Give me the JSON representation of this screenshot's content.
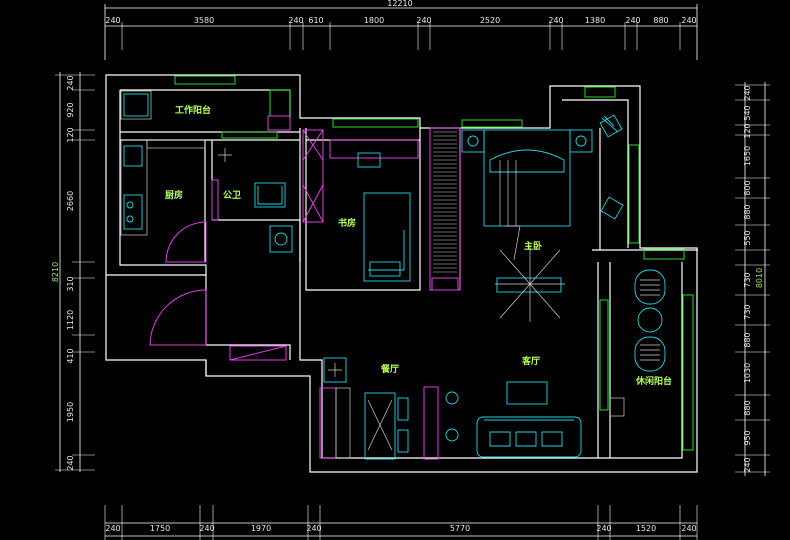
{
  "title_top": "12210",
  "title_bottom": "12210",
  "left_total": "8210",
  "right_total": "8010",
  "rooms": {
    "work_balcony": "工作阳台",
    "kitchen": "厨房",
    "bathroom": "公卫",
    "study": "书房",
    "master_bedroom": "主卧",
    "living_room": "客厅",
    "dining_room": "餐厅",
    "leisure_balcony": "休闲阳台"
  },
  "dims_top": [
    "240",
    "3580",
    "240",
    "610",
    "1800",
    "240",
    "2520",
    "240",
    "1380",
    "240",
    "880",
    "240"
  ],
  "dims_bottom": [
    "240",
    "1750",
    "240",
    "1970",
    "240",
    "5770",
    "240",
    "1520",
    "240"
  ],
  "dims_left": [
    "240",
    "920",
    "120",
    "2660",
    "310",
    "1120",
    "410",
    "1950",
    "240"
  ],
  "dims_right": [
    "240",
    "540",
    "120",
    "1650",
    "800",
    "880",
    "550",
    "730",
    "730",
    "880",
    "1030",
    "880",
    "950",
    "240"
  ]
}
